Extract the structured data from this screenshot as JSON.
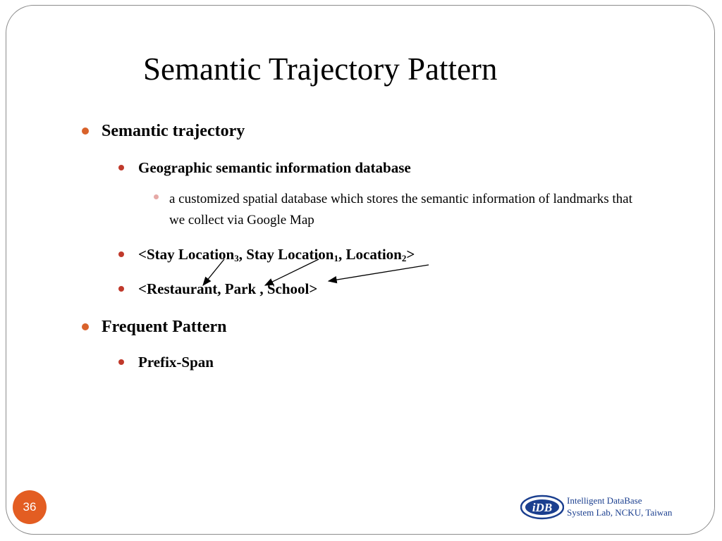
{
  "slide": {
    "title": "Semantic Trajectory Pattern",
    "page_number": "36"
  },
  "bullets": {
    "b1": "Semantic trajectory",
    "b1_1": "Geographic semantic information database",
    "b1_1_1": "a customized spatial database which stores the semantic information of landmarks that we collect via Google Map",
    "b1_2": {
      "open": "<Stay Location",
      "sub1": "3",
      "mid1": ", Stay Location",
      "sub2": "1",
      "mid2": ", Location",
      "sub3": "2",
      "close": ">"
    },
    "b1_3": "<Restaurant, Park , School>",
    "b2": "Frequent Pattern",
    "b2_1": "Prefix-Span"
  },
  "footer": {
    "logo_text": "iDB",
    "lab_line1": "Intelligent DataBase",
    "lab_line2": "System Lab, NCKU, Taiwan"
  },
  "colors": {
    "level1_bullet": "#d9622b",
    "level2_bullet": "#c0392b",
    "level3_bullet": "#e6a9a6",
    "page_badge": "#e35d22",
    "logo_blue": "#1b3f8f"
  }
}
